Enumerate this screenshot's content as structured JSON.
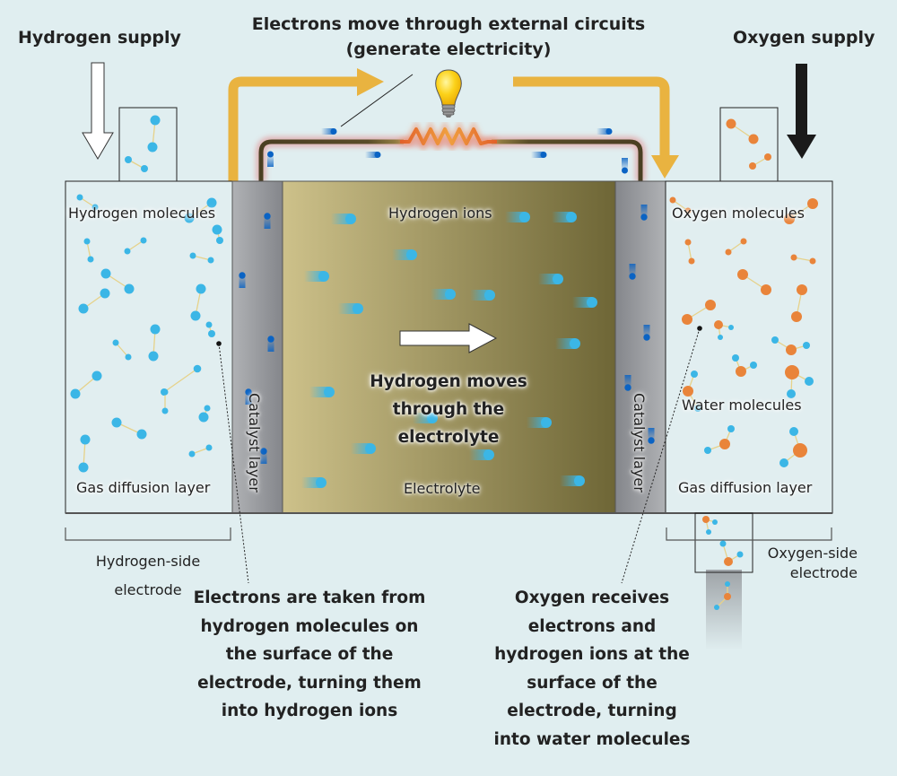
{
  "headings": {
    "hydrogen_supply": "Hydrogen supply",
    "oxygen_supply": "Oxygen supply",
    "circuit_line1": "Electrons move through external circuits",
    "circuit_line2": "(generate electricity)"
  },
  "left_electrode": {
    "top_label": "Hydrogen molecules",
    "bottom_label": "Gas diffusion layer",
    "catalyst_label": "Catalyst layer",
    "bracket_label_line1": "Hydrogen-side",
    "bracket_label_line2": "electrode"
  },
  "electrolyte": {
    "top_label": "Hydrogen ions",
    "bottom_label": "Electrolyte",
    "center_line1": "Hydrogen moves",
    "center_line2": "through the",
    "center_line3": "electrolyte"
  },
  "right_electrode": {
    "top_label": "Oxygen molecules",
    "middle_label": "Water molecules",
    "bottom_label": "Gas diffusion layer",
    "catalyst_label": "Catalyst layer",
    "bracket_label_line1": "Oxygen-side",
    "bracket_label_line2": "electrode"
  },
  "notes": {
    "left": [
      "Electrons are taken from",
      "hydrogen molecules on",
      "the surface of the",
      "electrode, turning them",
      "into hydrogen ions"
    ],
    "right": [
      "Oxygen receives",
      "electrons and",
      "hydrogen ions at the",
      "surface of the",
      "electrode, turning",
      "into water molecules"
    ]
  },
  "colors": {
    "background": "#e0eef0",
    "hydrogen": "#3bb6e6",
    "oxygen": "#e9843a",
    "electron": "#0a63c4",
    "current_arrow": "#e9b340",
    "wire": "#4a3f22",
    "catalyst": "#a0a2a6",
    "electrolyte_light": "#cbbf88",
    "electrolyte_dark": "#706838"
  }
}
